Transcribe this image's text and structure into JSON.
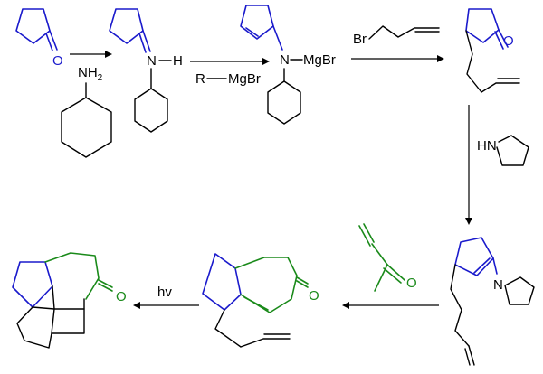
{
  "colors": {
    "bond": "#000000",
    "highlight_blue": "#1a1acc",
    "highlight_green": "#1a8a1a"
  },
  "labels": {
    "oxygen": "O",
    "amine_nh": "NH",
    "amine_sub": "2",
    "imine_n": "N",
    "imine_h": "H",
    "grignard_r": "R",
    "mgbr": "MgBr",
    "enamine_mg_n": "N",
    "enamine_mg_mgbr": "MgBr",
    "bromide_br": "Br",
    "pyrrolidine_hn": "HN",
    "enamine_n": "N",
    "final_o": "O",
    "dienone_o": "O",
    "mvk_o": "O",
    "hv": "hv"
  }
}
